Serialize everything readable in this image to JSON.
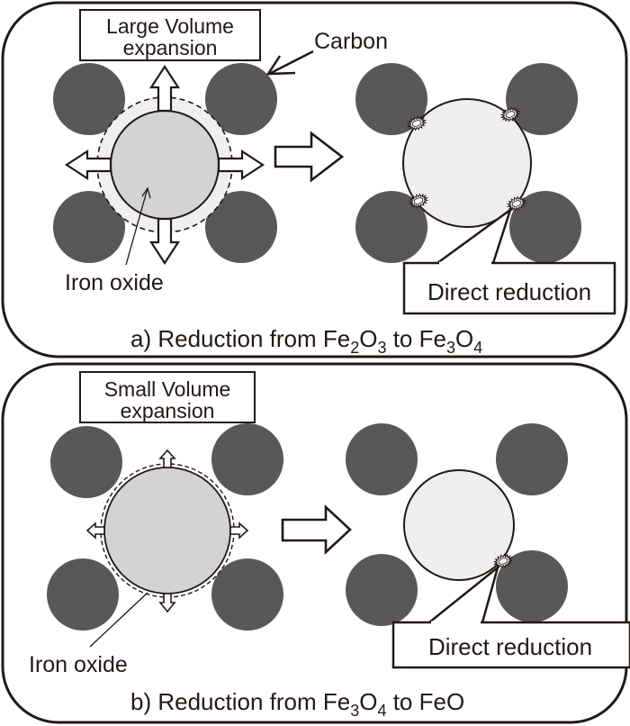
{
  "colors": {
    "outline": "#231815",
    "carbon": "#595757",
    "oxide_before": "#d3d3d4",
    "oxide_halo": "#efefef",
    "oxide_after": "#eeeeee",
    "background": "#ffffff"
  },
  "panels": [
    {
      "id": "a",
      "expansion_label_line1": "Large Volume",
      "expansion_label_line2": "expansion",
      "carbon_label": "Carbon",
      "oxide_label": "Iron oxide",
      "direct_reduction_label": "Direct reduction",
      "caption_prefix": "a) Reduction from ",
      "caption_from": {
        "el1": "Fe",
        "n1": "2",
        "el2": "O",
        "n2": "3"
      },
      "caption_mid": " to ",
      "caption_to": {
        "el1": "Fe",
        "n1": "3",
        "el2": "O",
        "n2": "4"
      },
      "expansion_size": "large",
      "reaction_sites": 4
    },
    {
      "id": "b",
      "expansion_label_line1": "Small Volume",
      "expansion_label_line2": "expansion",
      "oxide_label": "Iron oxide",
      "direct_reduction_label": "Direct reduction",
      "caption_prefix": "b) Reduction from ",
      "caption_from": {
        "el1": "Fe",
        "n1": "3",
        "el2": "O",
        "n2": "4"
      },
      "caption_mid": " to ",
      "caption_to_text": "FeO",
      "expansion_size": "small",
      "reaction_sites": 1
    }
  ]
}
